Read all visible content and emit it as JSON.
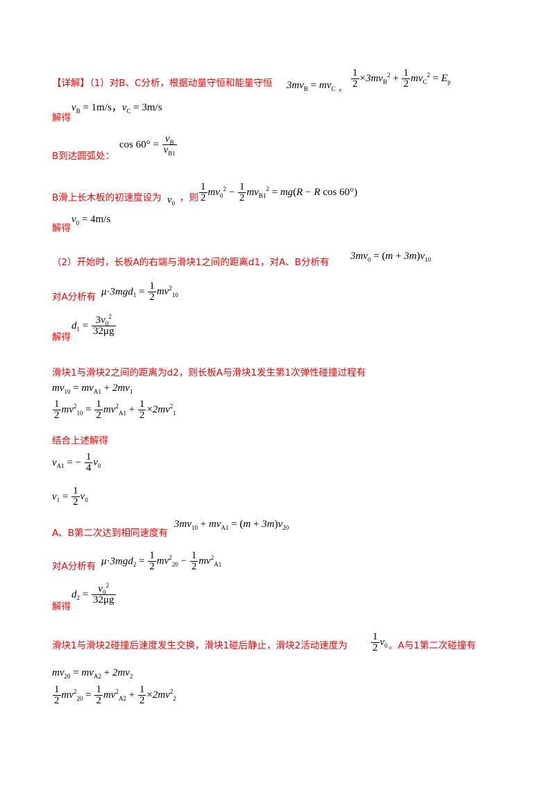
{
  "lines": {
    "l1": "【详解】（1）对B、C分析，根据动量守恒和能量守恒",
    "l1_comma": "，",
    "l2": "解得",
    "l2_sep": "，",
    "l3": "B到达圆弧处：",
    "l4": "B滑上长木板的初速度设为",
    "l4b": "，则",
    "l5": "解得",
    "l6": "（2）开始时，长板A的右端与滑块1之间的距离d1，对A、B分析有",
    "l7": "对A分析有",
    "l8": "解得",
    "l9": "滑块1与滑块2之间的距离为d2，则长板A与滑块1发生第1次弹性碰撞过程有",
    "l10": "结合上述解得",
    "l11": "A、B第二次达到相同速度有",
    "l12": "对A分析有",
    "l13": "解得",
    "l14": "滑块1与滑块2碰撞后速度发生交换，滑块1碰后静止，滑块2活动速度为",
    "l14b": "。A与1第二次碰撞有"
  },
  "values": {
    "vB": "1m/s",
    "vC": "3m/s",
    "v0": "4m/s",
    "cos_angle": "cos 60°",
    "one": "1",
    "two": "2",
    "four": "4",
    "d1_num": "3",
    "d1_den": "32μg",
    "d2_den": "32μg"
  }
}
